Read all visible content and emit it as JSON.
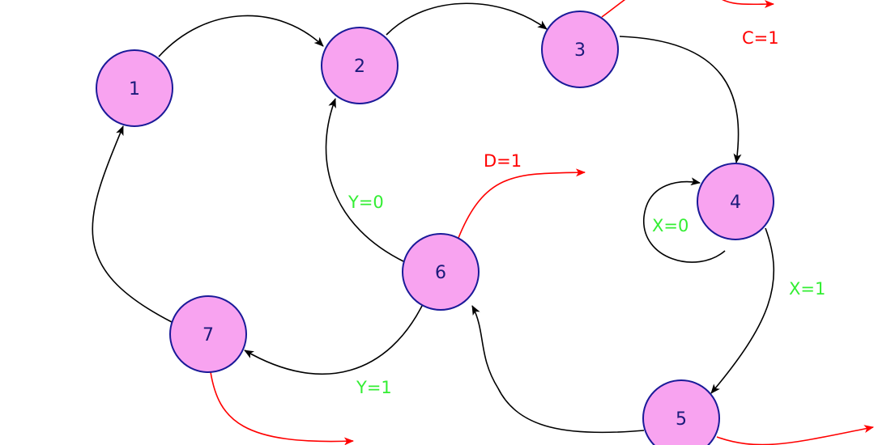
{
  "colors": {
    "state_fill": "#f8a3f0",
    "state_stroke": "#1a1a99",
    "state_text": "#1a1a7a",
    "transition": "#000000",
    "output": "#ff0000",
    "condition": "#33ee33"
  },
  "states": [
    {
      "id": "1",
      "label": "1"
    },
    {
      "id": "2",
      "label": "2"
    },
    {
      "id": "3",
      "label": "3"
    },
    {
      "id": "4",
      "label": "4"
    },
    {
      "id": "5",
      "label": "5"
    },
    {
      "id": "6",
      "label": "6"
    },
    {
      "id": "7",
      "label": "7"
    }
  ],
  "transitions": [
    {
      "from": "1",
      "to": "2",
      "label": ""
    },
    {
      "from": "2",
      "to": "3",
      "label": ""
    },
    {
      "from": "3",
      "to": "4",
      "label": ""
    },
    {
      "from": "4",
      "to": "4",
      "label": "X=0"
    },
    {
      "from": "4",
      "to": "5",
      "label": "X=1"
    },
    {
      "from": "5",
      "to": "6",
      "label": ""
    },
    {
      "from": "6",
      "to": "2",
      "label": "Y=0"
    },
    {
      "from": "6",
      "to": "7",
      "label": "Y=1"
    },
    {
      "from": "7",
      "to": "1",
      "label": ""
    }
  ],
  "outputs": [
    {
      "state": "3",
      "label": "C=1"
    },
    {
      "state": "6",
      "label": "D=1"
    },
    {
      "state": "7",
      "label": ""
    },
    {
      "state": "5",
      "label": ""
    }
  ]
}
